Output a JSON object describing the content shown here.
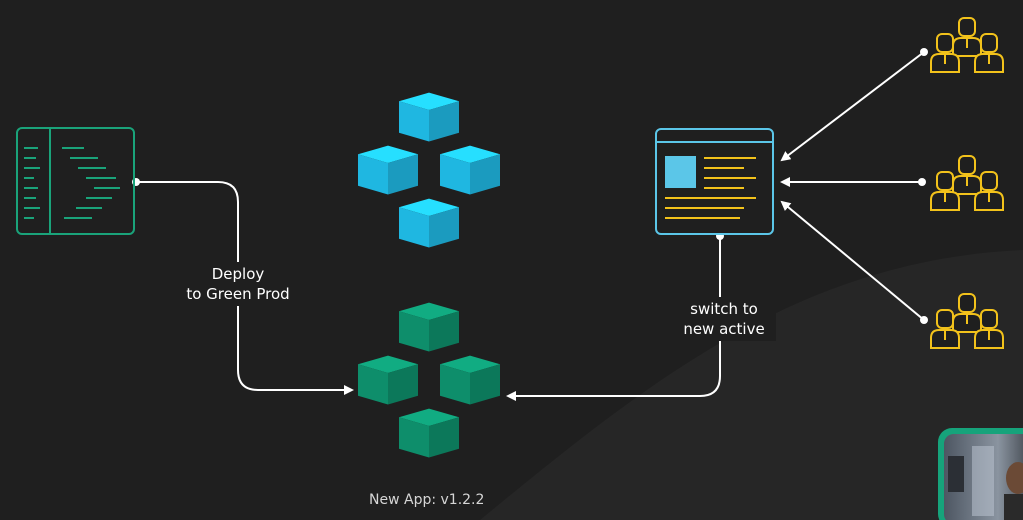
{
  "deploy_label": {
    "line1": "Deploy",
    "line2": "to Green Prod"
  },
  "switch_label": {
    "line1": "switch to",
    "line2": "new active"
  },
  "new_app_caption": "New App: v1.2.2",
  "colors": {
    "background": "#1f1f1f",
    "blue_cluster": "#22c7f5",
    "green_cluster": "#0f9a74",
    "code_editor": "#1aa37a",
    "browser_frame": "#5bc6e8",
    "browser_text": "#f2c21b",
    "users": "#f2c21b",
    "connector": "#ffffff"
  },
  "icons": {
    "code_editor": "code-editor-icon",
    "browser": "browser-window-icon",
    "user_groups": [
      "user-group-icon",
      "user-group-icon",
      "user-group-icon"
    ],
    "blue_cluster": "blue-cube-cluster-icon",
    "green_cluster": "green-cube-cluster-icon",
    "presenter": "presenter-video-thumbnail"
  }
}
